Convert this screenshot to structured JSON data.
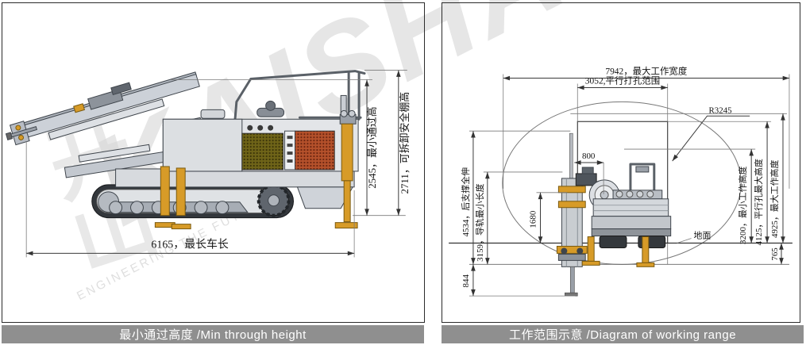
{
  "colors": {
    "caption_bar": "#8f8f8f",
    "machine_accent_yellow": "#d79b28",
    "mesh_olive": "#6f6418",
    "mesh_orange": "#b5512b",
    "watermark_gray": "#d7d7d7"
  },
  "watermark": {
    "brand": "KAISHAN",
    "logo_top": "开",
    "logo_bottom": "山",
    "tagline": "ENGINEERING THE FUTURE"
  },
  "left_panel": {
    "caption": "最小通过高度 /Min through height",
    "dims": {
      "vehicle_length": "6165，最长车长",
      "min_pass_height": "2545，最小通过高",
      "canopy_height": "2711，可拆卸安全棚高"
    }
  },
  "right_panel": {
    "caption": "工作范围示意 /Diagram of working range",
    "dims": {
      "max_working_width": "7942，最大工作宽度",
      "parallel_drilling_range": "3052,平行打孔范围",
      "working_radius": "R3245",
      "mast_offset": "800",
      "rail_travel": "1680",
      "rear_support_extended": "4534，后支撑全伸",
      "min_rail_length": "3159，导轨最小长度",
      "min_working_height": "3200，最小工作高度",
      "parallel_hole_max_height": "4125，平行孔最大高度",
      "max_working_height": "4925，最大工作高度",
      "below_ground_reach": "844",
      "support_below_ground": "765",
      "ground": "地面"
    }
  }
}
